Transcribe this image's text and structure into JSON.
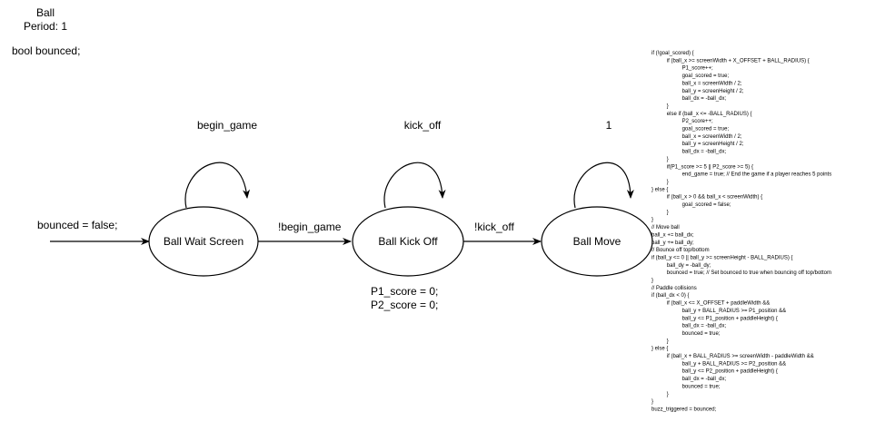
{
  "header": {
    "title": "Ball",
    "period": "Period: 1",
    "declaration": "bool bounced;"
  },
  "states": {
    "wait": "Ball Wait Screen",
    "kickoff": "Ball Kick Off",
    "move": "Ball Move"
  },
  "self_loops": {
    "wait": "begin_game",
    "kickoff": "kick_off",
    "move": "1"
  },
  "transitions": {
    "initial": "bounced = false;",
    "wait_to_kickoff": "!begin_game",
    "kickoff_to_move": "!kick_off"
  },
  "kickoff_actions": [
    "P1_score = 0;",
    "P2_score = 0;"
  ],
  "code_lines": [
    "if (!goal_scored) {",
    "    if (ball_x >= screenWidth + X_OFFSET + BALL_RADIUS) {",
    "        P1_score++;",
    "        goal_scored = true;",
    "        ball_x = screenWidth / 2;",
    "        ball_y = screenHeight / 2;",
    "        ball_dx = -ball_dx;",
    "    }",
    "    else if (ball_x <= -BALL_RADIUS) {",
    "        P2_score++;",
    "        goal_scored = true;",
    "        ball_x = screenWidth / 2;",
    "        ball_y = screenHeight / 2;",
    "        ball_dx = -ball_dx;",
    "    }",
    "    if(P1_score >= 5 || P2_score >= 5) {",
    "        end_game = true; // End the game if a player reaches 5 points",
    "    }",
    "} else {",
    "    if (ball_x > 0 && ball_x < screenWidth) {",
    "        goal_scored = false;",
    "    }",
    "}",
    "// Move ball",
    "ball_x += ball_dx;",
    "ball_y += ball_dy;",
    "// Bounce off top/bottom",
    "if (ball_y <= 0 || ball_y >= screenHeight - BALL_RADIUS) {",
    "    ball_dy = -ball_dy;",
    "    bounced = true; // Set bounced to true when bouncing off top/bottom",
    "}",
    "// Paddle collisions",
    "if (ball_dx < 0) {",
    "    if (ball_x <= X_OFFSET + paddleWidth &&",
    "        ball_y + BALL_RADIUS >= P1_position &&",
    "        ball_y <= P1_position + paddleHeight) {",
    "        ball_dx = -ball_dx;",
    "        bounced = true;",
    "    }",
    "} else {",
    "    if (ball_x + BALL_RADIUS >= screenWidth - paddleWidth &&",
    "        ball_y + BALL_RADIUS >= P2_position &&",
    "        ball_y <= P2_position + paddleHeight) {",
    "        ball_dx = -ball_dx;",
    "        bounced = true;",
    "    }",
    "}",
    "buzz_triggered = bounced;"
  ]
}
